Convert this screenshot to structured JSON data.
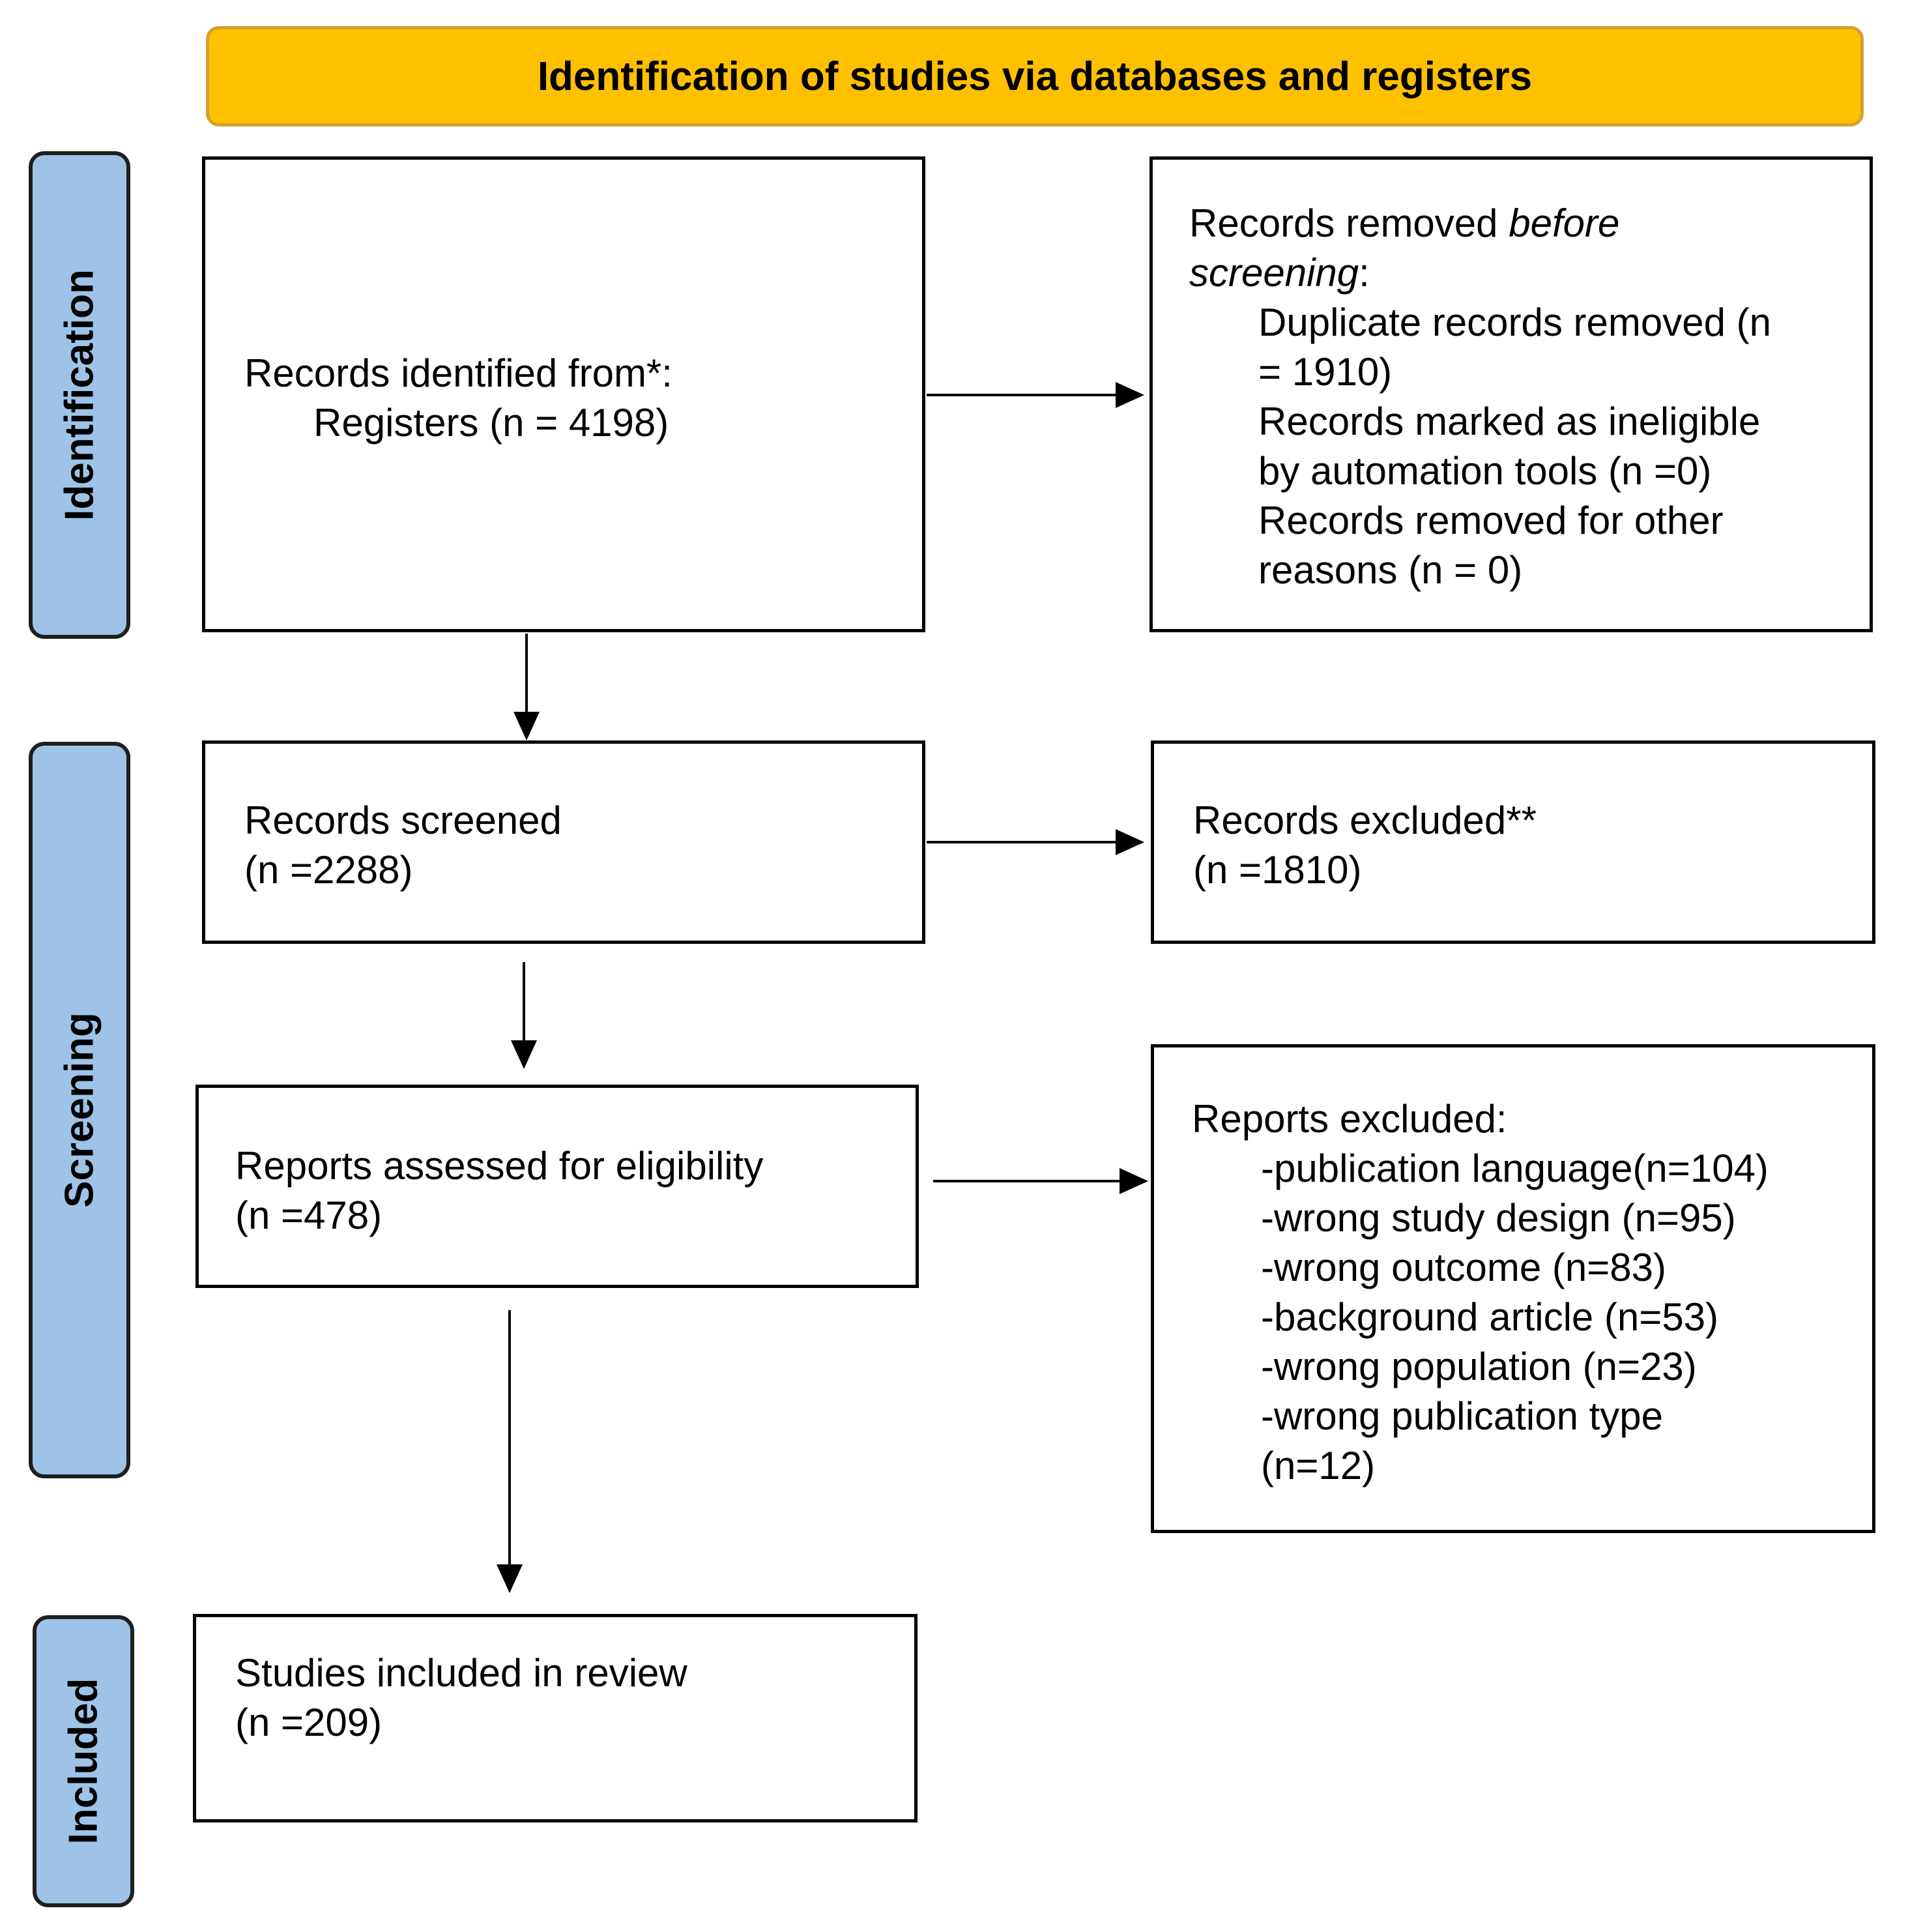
{
  "header": {
    "title": "Identification of studies via databases and registers",
    "fill_color": "#FFC000"
  },
  "phases": {
    "fill_color": "#9FC3E7",
    "identification": "Identification",
    "screening": "Screening",
    "included": "Included"
  },
  "boxes": {
    "records_identified": {
      "line1": "Records identified from*:",
      "line2": "Registers (n = 4198)"
    },
    "records_removed": {
      "heading_prefix": "Records removed ",
      "heading_em1": "before",
      "heading_em2": "screening",
      "heading_suffix": ":",
      "items": [
        "Duplicate records removed (n",
        "= 1910)",
        "Records marked as ineligible",
        "by automation tools (n =0)",
        "Records removed for other",
        "reasons (n = 0)"
      ]
    },
    "records_screened": {
      "line1": "Records screened",
      "line2": "(n =2288)"
    },
    "records_excluded": {
      "line1": "Records excluded**",
      "line2": "(n =1810)"
    },
    "reports_assessed": {
      "line1": "Reports assessed for eligibility",
      "line2": "(n =478)"
    },
    "reports_excluded": {
      "heading": "Reports excluded:",
      "items": [
        "-publication language(n=104)",
        "-wrong study design (n=95)",
        "-wrong outcome (n=83)",
        "-background article (n=53)",
        "-wrong population (n=23)",
        "-wrong publication type",
        "(n=12)"
      ]
    },
    "studies_included": {
      "line1": "Studies included in review",
      "line2": "(n =209)"
    }
  }
}
